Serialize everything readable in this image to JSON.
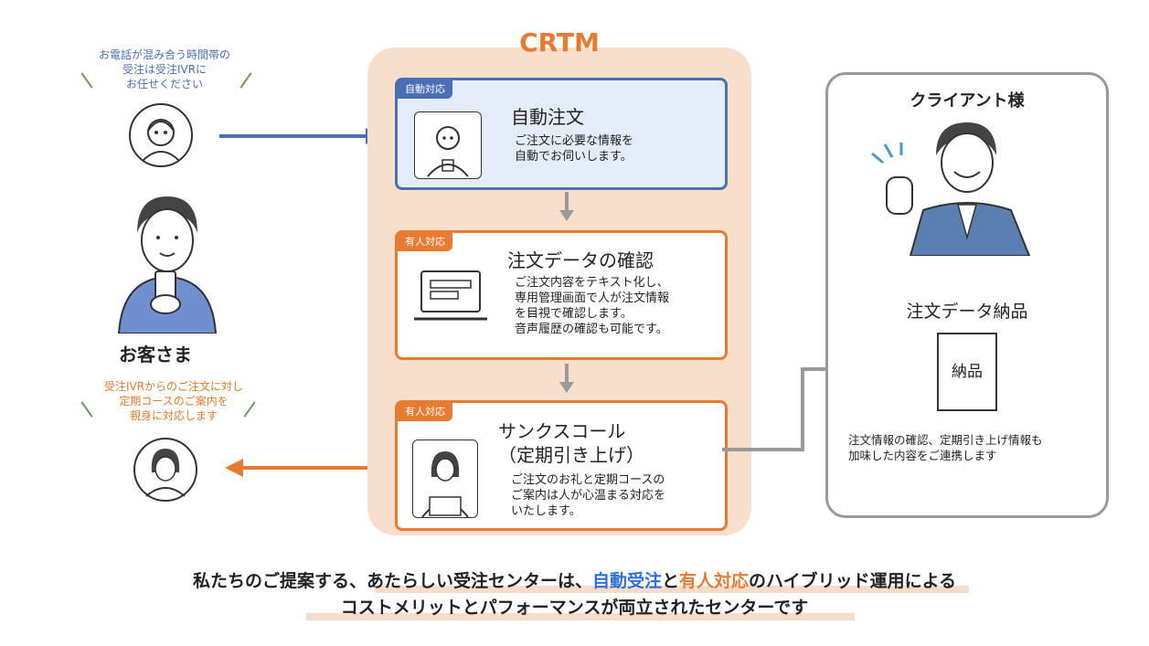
{
  "left": {
    "callout_top": [
      "お電話が混み合う時間帯の",
      "受注は受注IVRに",
      "お任せください"
    ],
    "customer_label": "お客さま",
    "callout_bottom": [
      "受注IVRからのご注文に対し",
      "定期コースのご案内を",
      "親身に対応します"
    ]
  },
  "crtm": {
    "title": "CRTM",
    "cards": [
      {
        "tag": "自動対応",
        "title": "自動注文",
        "desc": [
          "ご注文に必要な情報を",
          "自動でお伺いします。"
        ]
      },
      {
        "tag": "有人対応",
        "title": "注文データの確認",
        "desc": [
          "ご注文内容をテキスト化し、",
          "専用管理画面で人が注文情報",
          "を目視で確認します。",
          "音声履歴の確認も可能です。"
        ]
      },
      {
        "tag": "有人対応",
        "title": [
          "サンクスコール",
          "（定期引き上げ）"
        ],
        "desc": [
          "ご注文のお礼と定期コースの",
          "ご案内は人が心温まる対応を",
          "いたします。"
        ]
      }
    ]
  },
  "client": {
    "title": "クライアント様",
    "delivery_label": "注文データ納品",
    "doc_label": "納品",
    "desc": [
      "注文情報の確認、定期引き上げ情報も",
      "加味した内容をご連携します"
    ]
  },
  "bottom": {
    "line1_a": "私たちのご提案する、あたらしい受注センターは、",
    "line1_b": "自動受注",
    "line1_c": "と",
    "line1_d": "有人対応",
    "line1_e": "のハイブリッド運用による",
    "line2": "コストメリットとパフォーマンスが両立されたセンターです"
  },
  "colors": {
    "blue": "#4a6fb5",
    "orange": "#e77b32",
    "panel": "#f8dfcc",
    "gray": "#9a9a9a"
  }
}
